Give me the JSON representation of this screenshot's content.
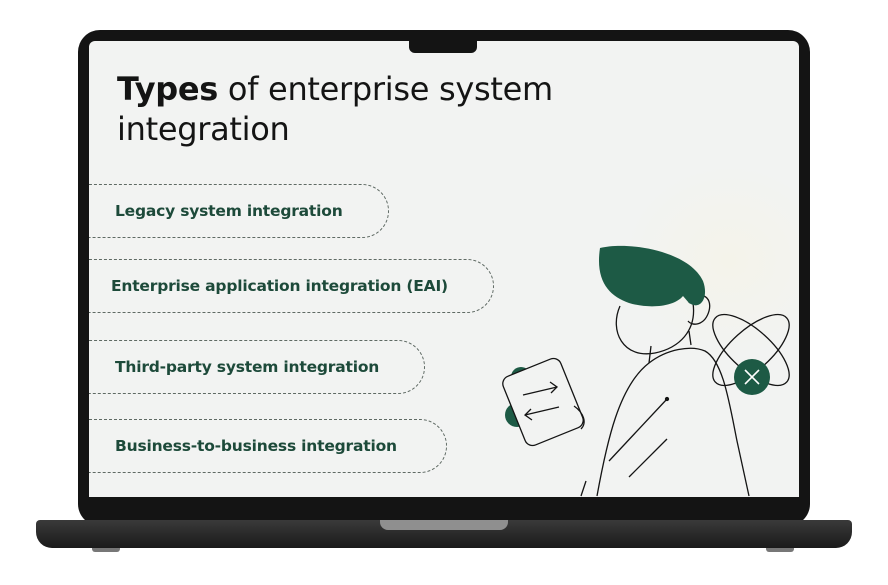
{
  "slide": {
    "title_bold": "Types",
    "title_rest": " of enterprise system integration",
    "items": [
      "Legacy system integration",
      "Enterprise application integration (EAI)",
      "Third-party system integration",
      "Business-to-business integration"
    ]
  },
  "colors": {
    "accent": "#1d5a45",
    "text_green": "#1d4a3a",
    "screen_bg": "#f2f3f2",
    "frame": "#141414"
  },
  "icons": [
    "person-illustration",
    "tablet-icon",
    "exchange-arrows-icon",
    "atom-icon",
    "close-icon"
  ]
}
